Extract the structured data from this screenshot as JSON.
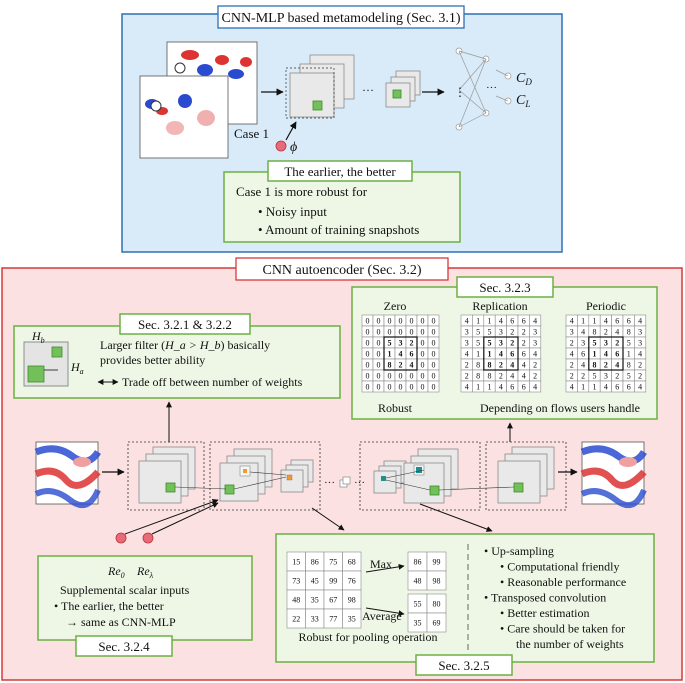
{
  "top_section": {
    "title": "CNN-MLP based metamodeling (Sec. 3.1)",
    "case_label": "Case 1",
    "phi": "ϕ",
    "cd": "C",
    "cd_sub": "D",
    "cl": "C",
    "cl_sub": "L",
    "ellipsis": "···",
    "vdots": "⋮",
    "callout_title": "The earlier, the better",
    "callout_text": "Case 1 is more robust for",
    "bullets": [
      "Noisy input",
      "Amount of training snapshots"
    ]
  },
  "bottom_section": {
    "title": "CNN autoencoder (Sec. 3.2)",
    "filter_box": {
      "title": "Sec. 3.2.1 & 3.2.2",
      "hb": "H",
      "hb_sub": "b",
      "ha": "H",
      "ha_sub": "a",
      "line1": "Larger filter (",
      "line1_math": "H_a > H_b",
      "line1_end": ") basically",
      "line2": "provides better ability",
      "line3": "Trade off between number of weights"
    },
    "padding_box": {
      "title": "Sec. 3.2.3",
      "headers": [
        "Zero",
        "Replication",
        "Periodic"
      ],
      "footer_left": "Robust",
      "footer_right": "Depending on flows users handle",
      "zero_grid": [
        [
          "0",
          "0",
          "0",
          "0",
          "0",
          "0",
          "0"
        ],
        [
          "0",
          "0",
          "0",
          "0",
          "0",
          "0",
          "0"
        ],
        [
          "0",
          "0",
          "5",
          "3",
          "2",
          "0",
          "0"
        ],
        [
          "0",
          "0",
          "1",
          "4",
          "6",
          "0",
          "0"
        ],
        [
          "0",
          "0",
          "8",
          "2",
          "4",
          "0",
          "0"
        ],
        [
          "0",
          "0",
          "0",
          "0",
          "0",
          "0",
          "0"
        ],
        [
          "0",
          "0",
          "0",
          "0",
          "0",
          "0",
          "0"
        ]
      ],
      "replication_grid": [
        [
          "4",
          "1",
          "1",
          "4",
          "6",
          "6",
          "4"
        ],
        [
          "3",
          "5",
          "5",
          "3",
          "2",
          "2",
          "3"
        ],
        [
          "3",
          "5",
          "5",
          "3",
          "2",
          "2",
          "3"
        ],
        [
          "4",
          "1",
          "1",
          "4",
          "6",
          "6",
          "4"
        ],
        [
          "2",
          "8",
          "8",
          "2",
          "4",
          "4",
          "2"
        ],
        [
          "2",
          "8",
          "8",
          "2",
          "4",
          "4",
          "2"
        ],
        [
          "4",
          "1",
          "1",
          "4",
          "6",
          "6",
          "4"
        ]
      ],
      "periodic_grid": [
        [
          "4",
          "1",
          "1",
          "4",
          "6",
          "6",
          "4"
        ],
        [
          "3",
          "4",
          "8",
          "2",
          "4",
          "8",
          "3"
        ],
        [
          "2",
          "3",
          "5",
          "3",
          "2",
          "5",
          "3"
        ],
        [
          "4",
          "6",
          "1",
          "4",
          "6",
          "1",
          "4"
        ],
        [
          "2",
          "4",
          "8",
          "2",
          "4",
          "8",
          "2"
        ],
        [
          "2",
          "2",
          "5",
          "3",
          "2",
          "5",
          "2"
        ],
        [
          "4",
          "1",
          "1",
          "4",
          "6",
          "6",
          "4"
        ]
      ]
    },
    "scalar_box": {
      "re0": "Re",
      "re0_sub": "0",
      "rel": "Re",
      "rel_sub": "λ",
      "line1": "Supplemental scalar inputs",
      "line2": "• The earlier, the better",
      "line3": "→ same as CNN-MLP",
      "label": "Sec. 3.2.4"
    },
    "pooling_box": {
      "label": "Sec. 3.2.5",
      "input_grid": [
        [
          "15",
          "86",
          "75",
          "68"
        ],
        [
          "73",
          "45",
          "99",
          "76"
        ],
        [
          "48",
          "35",
          "67",
          "98"
        ],
        [
          "22",
          "33",
          "77",
          "35"
        ]
      ],
      "max_label": "Max",
      "max_grid": [
        [
          "86",
          "99"
        ],
        [
          "48",
          "98"
        ]
      ],
      "avg_label": "Average",
      "avg_grid": [
        [
          "55",
          "80"
        ],
        [
          "35",
          "69"
        ]
      ],
      "caption": "Robust for pooling operation",
      "right_items": [
        {
          "text": "• Up-sampling",
          "indent": 0
        },
        {
          "text": "• Computational friendly",
          "indent": 1
        },
        {
          "text": "• Reasonable performance",
          "indent": 1
        },
        {
          "text": "• Transposed convolution",
          "indent": 0
        },
        {
          "text": "• Better estimation",
          "indent": 1
        },
        {
          "text": "• Care should be taken for",
          "indent": 1
        },
        {
          "text": "the number of weights",
          "indent": 2
        }
      ]
    },
    "ellipsis": "···"
  }
}
